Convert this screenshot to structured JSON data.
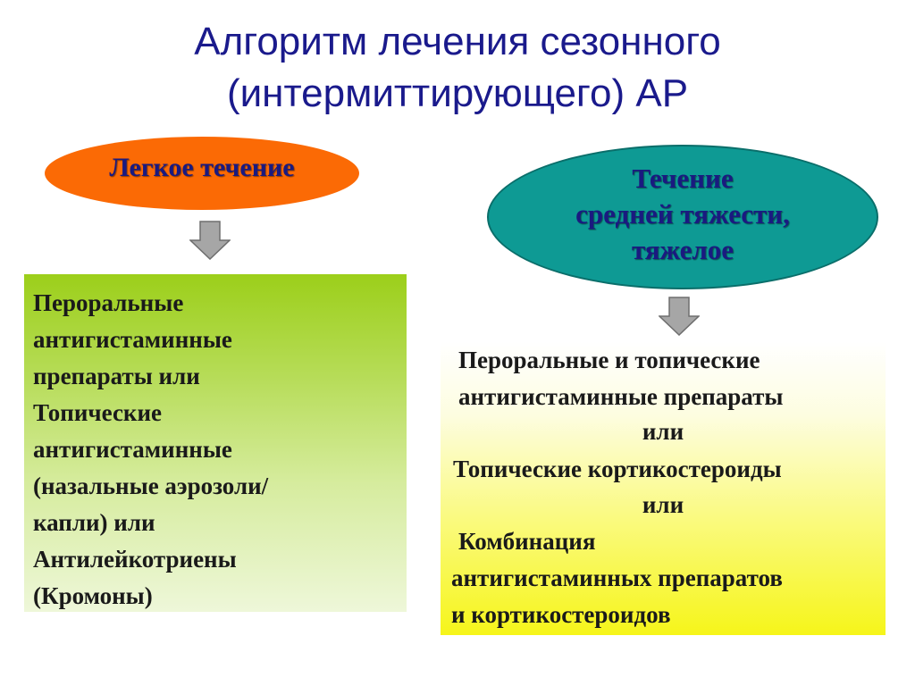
{
  "title": {
    "line1": "Алгоритм лечения сезонного",
    "line2": "(интермиттирующего) АР"
  },
  "mild": {
    "label": "Легкое течение",
    "treatment_lines": [
      "Пероральные",
      "антигистаминные",
      "препараты или",
      "Топические",
      "антигистаминные",
      "(назальные аэрозоли/",
      "капли) или",
      "Антилейкотриены",
      "(Кромоны)"
    ]
  },
  "severe": {
    "label_lines": [
      "Течение",
      "средней тяжести,",
      "тяжелое"
    ],
    "treatment_lines": [
      "Пероральные  и топические",
      "антигистаминные препараты",
      "или",
      "Топические кортикостероиды",
      "или",
      "Комбинация",
      "антигистаминных препаратов",
      "и кортикостероидов"
    ]
  },
  "colors": {
    "title": "#1a1a8c",
    "mild_oval": "#fb6a05",
    "severe_oval": "#0e9a94",
    "arrow": "#a6a6a6"
  },
  "icons": [
    "arrow-down-icon"
  ]
}
